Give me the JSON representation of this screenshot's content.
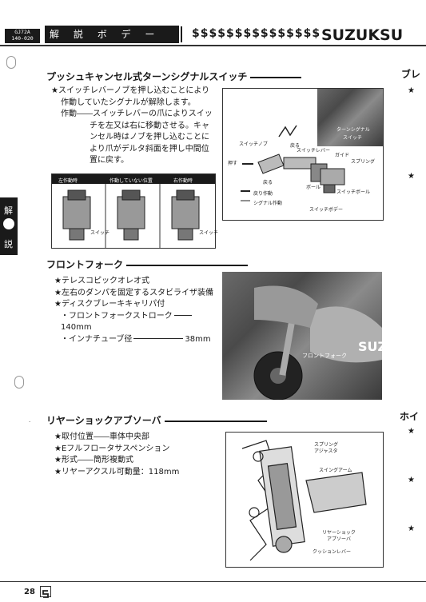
{
  "header": {
    "code_line1": "GJ72A",
    "code_line2": "140-020",
    "section_chars": [
      "解",
      "説",
      "ボ",
      "デ",
      "ー"
    ],
    "dollar_signs": "$$$$$$$$$$$$$$$",
    "brand": "SUZUKSU"
  },
  "side_tab": {
    "top": "解",
    "bottom": "説"
  },
  "section1": {
    "heading": "プッシュキャンセル式ターンシグナルスイッチ",
    "bullet": "★スイッチレバーノブを押し込むことにより",
    "bullet_cont": "作動していたシグナルが解除します。",
    "op_line1": "作動――スイッチレバーの爪によりスイッ",
    "op_line2": "チを左又は右に移動させる。キャ",
    "op_line3": "ンセル時はノブを押し込むことに",
    "op_line4": "より爪がデルタ斜面を押し中間位",
    "op_line5": "置に戻す。",
    "small_fig_captions": [
      "左作動時",
      "作動していない位置",
      "右作動時"
    ],
    "small_fig_labels": [
      "スイッチ",
      "スイッチ"
    ],
    "big_fig_labels": {
      "knob": "スイッチノブ",
      "return": "戻る",
      "lever": "スイッチレバー",
      "guide": "ガイド",
      "spring": "スプリング",
      "push": "押す",
      "return2": "戻る",
      "ball": "ボール",
      "switch_ball": "スイッチボール",
      "legend1": "戻り作動",
      "legend2": "シグナル作動",
      "body": "スイッチボデー",
      "photo_label1": "ターンシグナル",
      "photo_label2": "スイッチ"
    }
  },
  "section2": {
    "heading": "フロントフォーク",
    "items": [
      "★テレスコピックオレオ式",
      "★左右のダンパを固定するスタビライザ装備",
      "★ディスクブレーキキャリパ付"
    ],
    "spec1_label": "・フロントフォークストローク",
    "spec1_value": "140mm",
    "spec2_label": "・インナチューブ径",
    "spec2_value": "38mm",
    "photo_label": "フロントフォーク",
    "photo_brand": "SUZ"
  },
  "section3": {
    "heading": "リヤーショックアブソーバ",
    "items": [
      "★取付位置――車体中央部",
      "★Eフルフロータサスペンション",
      "★形式――筒形複動式",
      "★リヤーアクスル可動量：118mm"
    ],
    "fig_labels": {
      "spring_adj1": "スプリング",
      "spring_adj2": "アジャスタ",
      "swing_arm": "スイングアーム",
      "shock1": "リヤーショック",
      "shock2": "アブソーバ",
      "cushion": "クッションレバー"
    }
  },
  "right_column": {
    "cut1": "ブレ",
    "cut2": "ホイ",
    "star": "★"
  },
  "footer": {
    "page": "28"
  }
}
